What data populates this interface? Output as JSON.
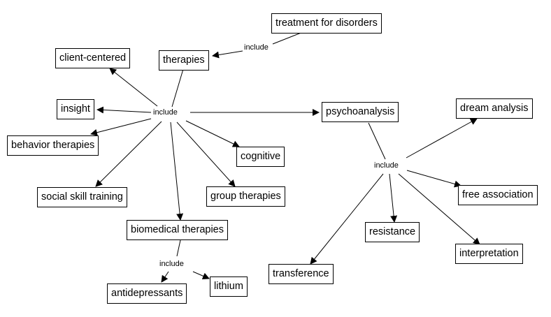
{
  "concept_map": {
    "nodes": {
      "treatment": "treatment for disorders",
      "therapies": "therapies",
      "client_centered": "client-centered",
      "insight": "insight",
      "behavior_therapies": "behavior therapies",
      "social_skill_training": "social skill training",
      "cognitive": "cognitive",
      "group_therapies": "group therapies",
      "biomedical_therapies": "biomedical therapies",
      "antidepressants": "antidepressants",
      "lithium": "lithium",
      "psychoanalysis": "psychoanalysis",
      "dream_analysis": "dream analysis",
      "free_association": "free association",
      "resistance": "resistance",
      "interpretation": "interpretation",
      "transference": "transference"
    },
    "linking_phrases": {
      "treatment_include": "include",
      "therapies_include": "include",
      "biomedical_include": "include",
      "psychoanalysis_include": "include"
    }
  }
}
